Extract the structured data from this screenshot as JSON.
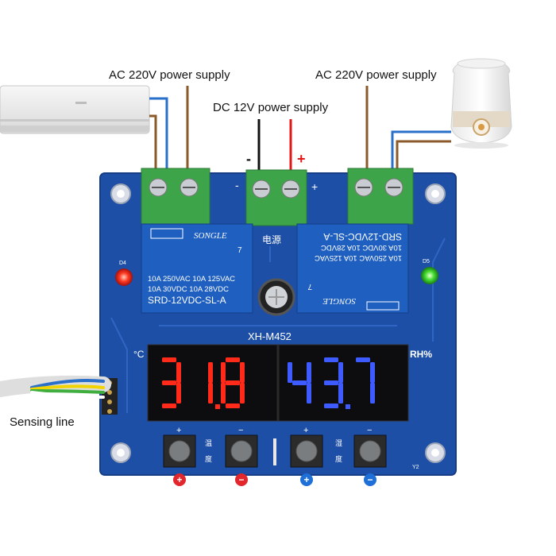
{
  "callouts": {
    "ac_left": "AC 220V power supply",
    "dc": "DC 12V power supply",
    "ac_right": "AC 220V power supply",
    "sensing": "Sensing line"
  },
  "board": {
    "model": "XH-M452",
    "power_label": "电源",
    "rh_label": "RH%",
    "c_label": "°C",
    "minus_sign": "-",
    "plus_sign": "+",
    "d4": "D4",
    "d5": "D5",
    "y2": "Y2",
    "temp_chars": "温\n度",
    "hum_chars": "湿\n度"
  },
  "relay_left": {
    "brand": "SONGLE",
    "line1": "10A 250VAC  10A 125VAC",
    "line2": "10A  30VDC  10A  28VDC",
    "model": "SRD-12VDC-SL-A",
    "num": "7"
  },
  "relay_right": {
    "brand": "SONGLE",
    "line1": "10A 250VAC  10A 125VAC",
    "line2": "10A  30VDC  10A  28VDC",
    "model": "SRD-12VDC-SL-A",
    "num": "7"
  },
  "display": {
    "temperature_digits": "31.8",
    "humidity_digits": "43.7",
    "temp_color": "#ff2a1a",
    "hum_color": "#3d5bff"
  },
  "buttons": [
    {
      "name": "temp-plus-button",
      "sign": "+",
      "dot": "#e3262b"
    },
    {
      "name": "temp-minus-button",
      "sign": "−",
      "dot": "#e3262b"
    },
    {
      "name": "hum-plus-button",
      "sign": "+",
      "dot": "#1f6fd8"
    },
    {
      "name": "hum-minus-button",
      "sign": "−",
      "dot": "#1f6fd8"
    }
  ],
  "colors": {
    "pcb": "#1e4fa6",
    "terminal": "#3ea44a",
    "relay": "#1f5fc0",
    "wire_brown": "#8b5a2b",
    "wire_blue": "#2a6fc9",
    "wire_red": "#e01818",
    "wire_black": "#111111"
  }
}
